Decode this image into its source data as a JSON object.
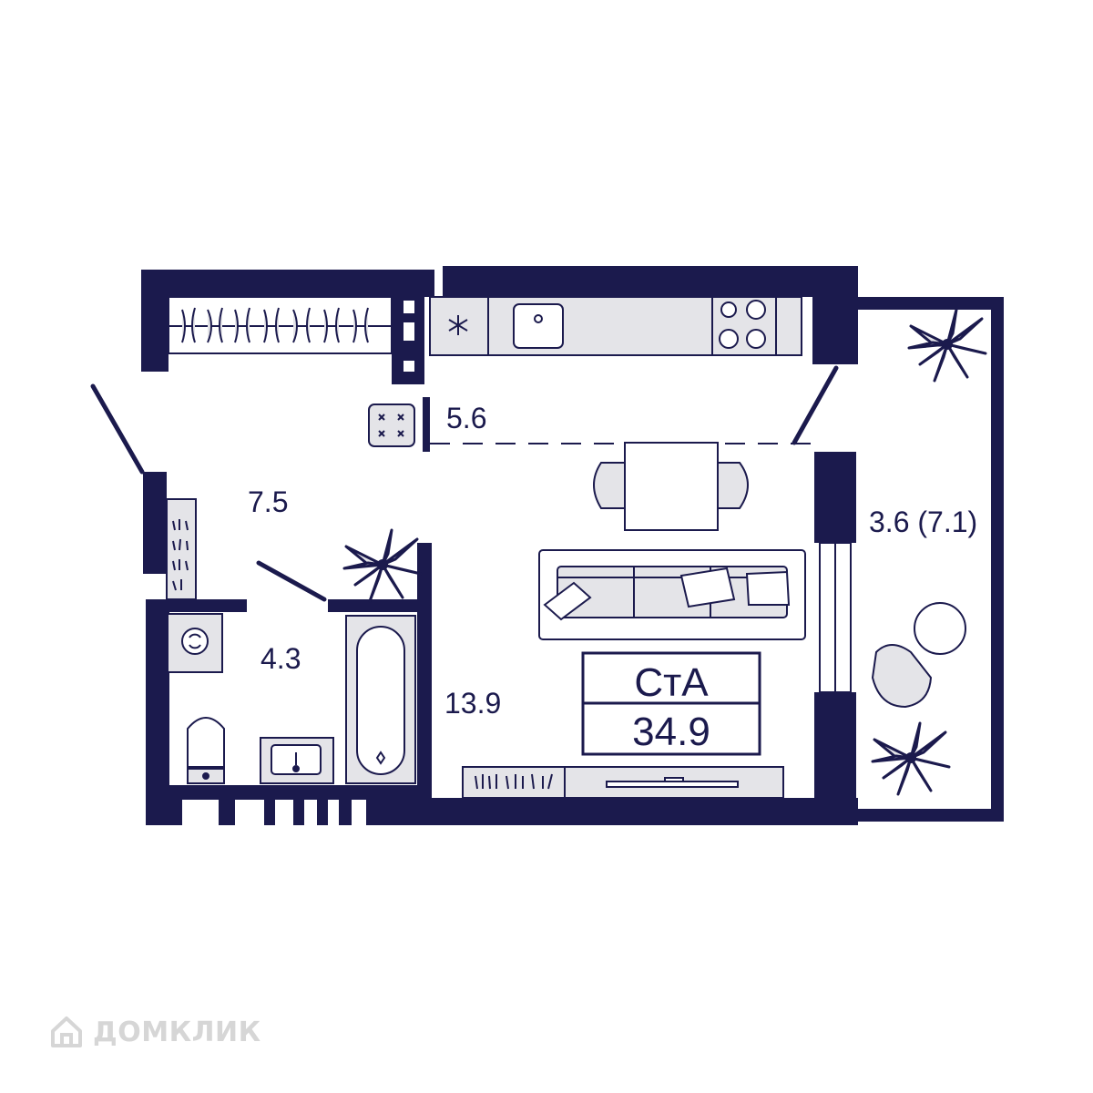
{
  "plan": {
    "apartment_type": "СтА",
    "total_area": "34.9",
    "rooms": [
      {
        "id": "storage",
        "area": "5.6"
      },
      {
        "id": "hall",
        "area": "7.5"
      },
      {
        "id": "bathroom",
        "area": "4.3"
      },
      {
        "id": "living",
        "area": "13.9"
      },
      {
        "id": "loggia",
        "area": "3.6 (7.1)"
      }
    ]
  },
  "watermark": {
    "text": "ДОМКЛИК",
    "icon": "house-logo-icon"
  },
  "colors": {
    "wall": "#1b1a4d",
    "furniture_fill": "#e4e4e8",
    "background": "#ffffff"
  }
}
